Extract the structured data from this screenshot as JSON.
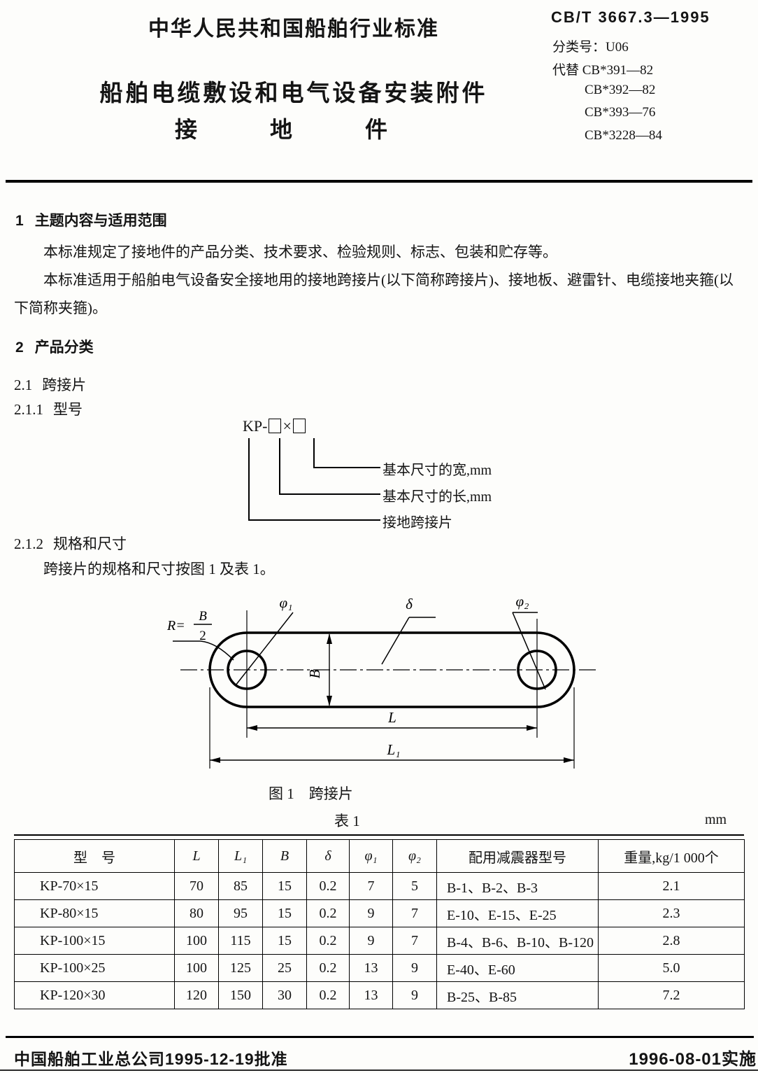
{
  "header": {
    "standard_name": "中华人民共和国船舶行业标准",
    "standard_no": "CB/T 3667.3—1995",
    "class_no": "分类号：U06",
    "replace_first": "代替 CB*391—82",
    "replace_rest": [
      "CB*392—82",
      "CB*393—76",
      "CB*3228—84"
    ],
    "title": "船舶电缆敷设和电气设备安装附件",
    "subtitle": "接　地　件"
  },
  "sections": {
    "s1": {
      "num": "1",
      "title": "主题内容与适用范围"
    },
    "p1": "本标准规定了接地件的产品分类、技术要求、检验规则、标志、包装和贮存等。",
    "p2": "本标准适用于船舶电气设备安全接地用的接地跨接片(以下简称跨接片)、接地板、避雷针、电缆接地夹箍(以下简称夹箍)。",
    "s2": {
      "num": "2",
      "title": "产品分类"
    },
    "s2_1": {
      "num": "2.1",
      "title": "跨接片"
    },
    "s2_1_1": {
      "num": "2.1.1",
      "title": "型号"
    },
    "s2_1_2": {
      "num": "2.1.2",
      "title": "规格和尺寸"
    },
    "s2_1_2_body": "跨接片的规格和尺寸按图 1 及表 1。"
  },
  "model_diagram": {
    "prefix": "KP-",
    "times": "×",
    "label_width": "基本尺寸的宽,mm",
    "label_length": "基本尺寸的长,mm",
    "label_name": "接地跨接片"
  },
  "figure1": {
    "caption": "图 1　跨接片",
    "labels": {
      "radius_eq": "R=",
      "radius_num": "B",
      "radius_den": "2",
      "phi1": "φ₁",
      "delta": "δ",
      "phi2": "φ₂",
      "width": "B",
      "length": "L",
      "overall_length": "L₁"
    }
  },
  "table1": {
    "title": "表 1",
    "unit": "mm",
    "headers": [
      "型　号",
      "L",
      "L₁",
      "B",
      "δ",
      "φ₁",
      "φ₂",
      "配用减震器型号",
      "重量,kg/1 000个"
    ],
    "rows": [
      [
        "KP-70×15",
        "70",
        "85",
        "15",
        "0.2",
        "7",
        "5",
        "B-1、B-2、B-3",
        "2.1"
      ],
      [
        "KP-80×15",
        "80",
        "95",
        "15",
        "0.2",
        "9",
        "7",
        "E-10、E-15、E-25",
        "2.3"
      ],
      [
        "KP-100×15",
        "100",
        "115",
        "15",
        "0.2",
        "9",
        "7",
        "B-4、B-6、B-10、B-120",
        "2.8"
      ],
      [
        "KP-100×25",
        "100",
        "125",
        "25",
        "0.2",
        "13",
        "9",
        "E-40、E-60",
        "5.0"
      ],
      [
        "KP-120×30",
        "120",
        "150",
        "30",
        "0.2",
        "13",
        "9",
        "B-25、B-85",
        "7.2"
      ]
    ]
  },
  "footer": {
    "approval": "中国船舶工业总公司1995-12-19批准",
    "implementation": "1996-08-01实施"
  }
}
